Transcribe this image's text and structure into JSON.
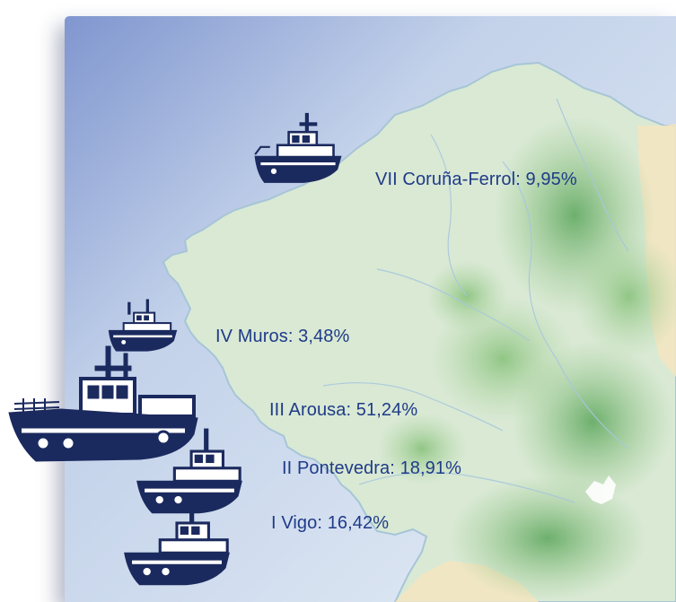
{
  "colors": {
    "sea_dark": "#8ea5d6",
    "sea_light": "#dde8f3",
    "land": "#d8e8d2",
    "land_green": "#8cc37e",
    "land_dark_green": "#5aa55b",
    "coast_outline": "#a9c6d8",
    "neighbor_land": "#f3e7c0",
    "label_text": "#1f3b88",
    "boat_fill": "#1b2a5e"
  },
  "labels": [
    {
      "id": "vii",
      "text": "VII Coruña-Ferrol: 9,95%"
    },
    {
      "id": "iv",
      "text": "IV Muros: 3,48%"
    },
    {
      "id": "iii",
      "text": "III Arousa: 51,24%"
    },
    {
      "id": "ii",
      "text": "II Pontevedra: 18,91%"
    },
    {
      "id": "i",
      "text": "I Vigo: 16,42%"
    }
  ],
  "boats": [
    {
      "zone": "VII Coruña-Ferrol",
      "icon": "fishing-boat-icon",
      "share": 9.95
    },
    {
      "zone": "IV Muros",
      "icon": "fishing-boat-icon",
      "share": 3.48
    },
    {
      "zone": "III Arousa",
      "icon": "fishing-boat-icon",
      "share": 51.24
    },
    {
      "zone": "II Pontevedra",
      "icon": "fishing-boat-icon",
      "share": 18.91
    },
    {
      "zone": "I Vigo",
      "icon": "fishing-boat-icon",
      "share": 16.42
    }
  ]
}
